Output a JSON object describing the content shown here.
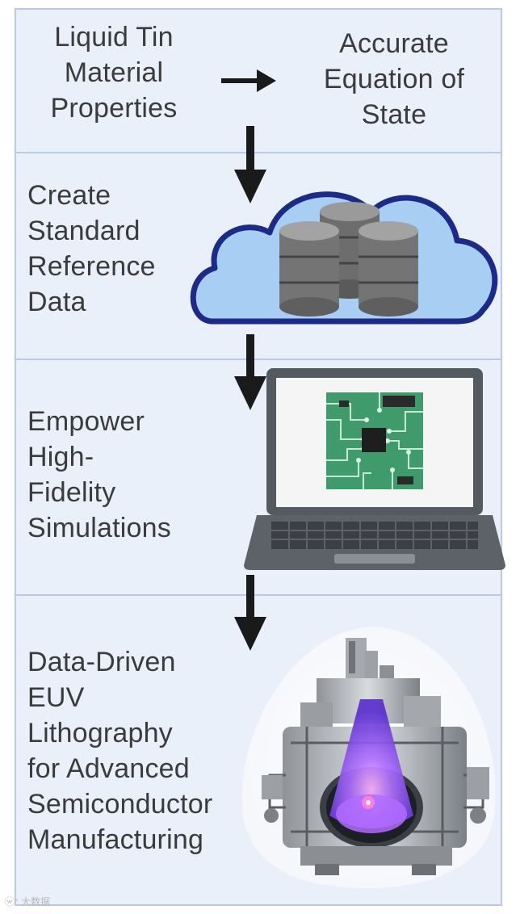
{
  "steps": [
    {
      "label_lines": [
        "Liquid Tin",
        "Material",
        "Properties"
      ]
    },
    {
      "label_lines": [
        "Create",
        "Standard",
        "Reference",
        "Data"
      ]
    },
    {
      "label_lines": [
        "Empower",
        "High-",
        "Fidelity",
        "Simulations"
      ]
    },
    {
      "label_lines": [
        "Data-Driven",
        "EUV",
        "Lithography",
        "for Advanced",
        "Semiconductor",
        "Manufacturing"
      ]
    }
  ],
  "result": {
    "label_lines": [
      "Accurate",
      "Equation of",
      "State"
    ]
  },
  "icons": [
    "right-arrow-icon",
    "down-arrow-icon",
    "cloud-database-icon",
    "laptop-circuit-icon",
    "euv-machine-icon"
  ],
  "colors": {
    "panel_fill": "#eaf0fa",
    "panel_border": "#b9c9e6",
    "cloud_fill": "#a9cef4",
    "cloud_stroke": "#1c2b8a",
    "circuit_board": "#3f9a6c",
    "plasma": "#8a4dff"
  }
}
